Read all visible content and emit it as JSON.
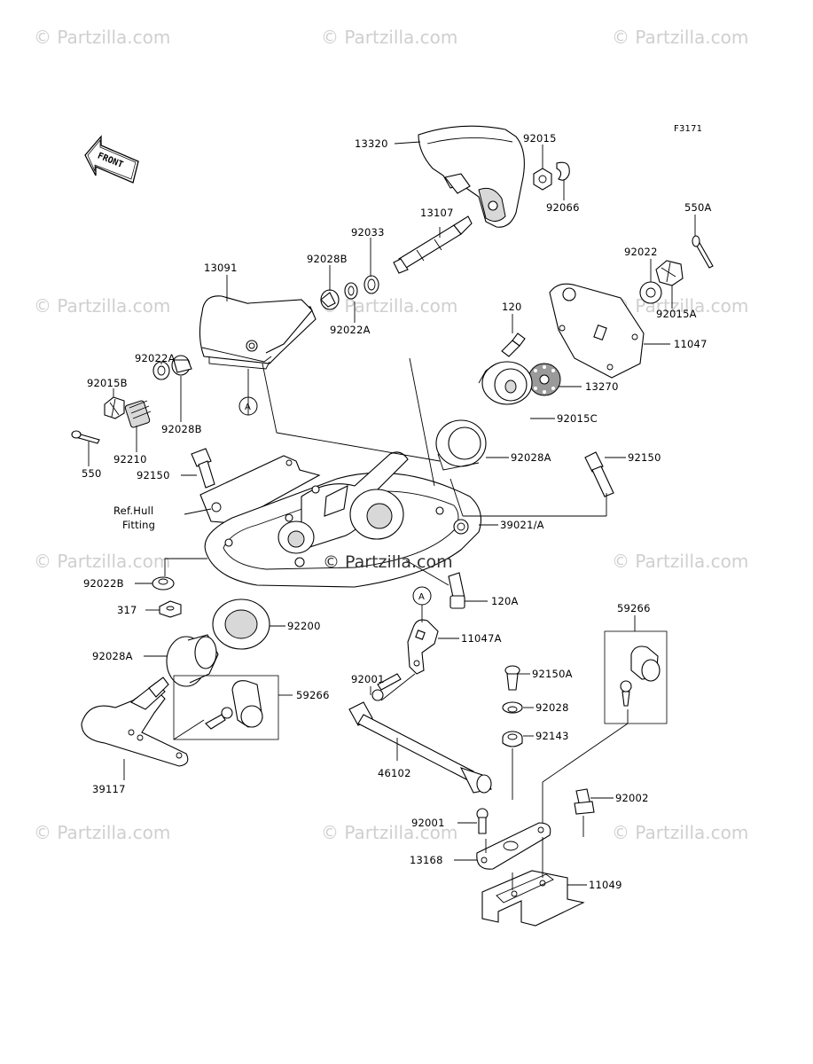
{
  "watermark": "© Partzilla.com",
  "center_watermark": "© Partzilla.com",
  "figure_id": "F3171",
  "front_label": "FRONT",
  "ref_note": [
    "Ref.Hull",
    "Fitting"
  ],
  "callout_marker": "A",
  "parts": {
    "p13320": "13320",
    "p92015": "92015",
    "p92066": "92066",
    "p13107": "13107",
    "p92033": "92033",
    "p92028B_top": "92028B",
    "p92022A_top": "92022A",
    "p13091": "13091",
    "p550A": "550A",
    "p92022": "92022",
    "p92015A": "92015A",
    "p11047": "11047",
    "p120": "120",
    "p13270": "13270",
    "p92015C": "92015C",
    "p92022A_left": "92022A",
    "p92015B": "92015B",
    "p92210": "92210",
    "p92028B_left": "92028B",
    "p550": "550",
    "p92150_left": "92150",
    "p92028A_right": "92028A",
    "p92150_right": "92150",
    "p39021A": "39021/A",
    "p92022B": "92022B",
    "p317": "317",
    "p92200": "92200",
    "p120A": "120A",
    "p11047A": "11047A",
    "p92028A_left": "92028A",
    "p59266_left": "59266",
    "p59266_right": "59266",
    "p92001_top": "92001",
    "p92150A": "92150A",
    "p92028": "92028",
    "p92143": "92143",
    "p39117": "39117",
    "p46102": "46102",
    "p92002": "92002",
    "p92001_bottom": "92001",
    "p13168": "13168",
    "p11049": "11049"
  }
}
